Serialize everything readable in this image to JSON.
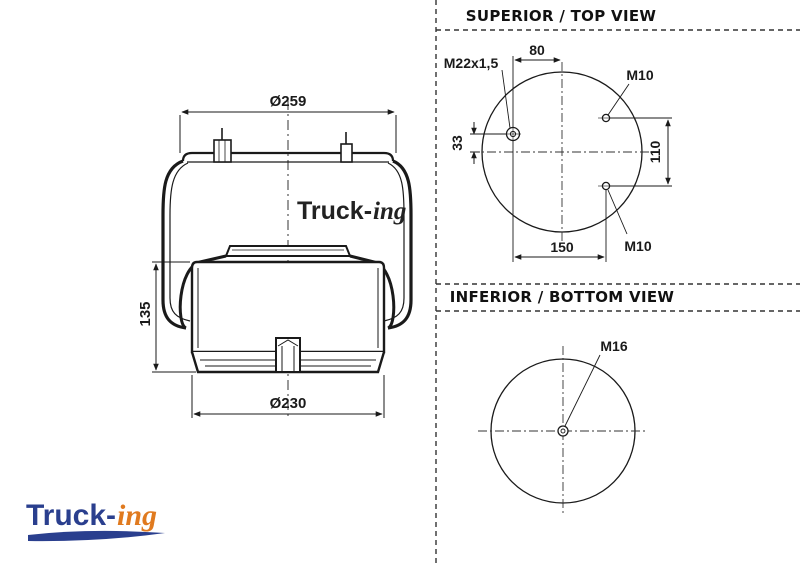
{
  "side_view": {
    "top_diameter": "Ø259",
    "piston_diameter": "Ø230",
    "height": "135",
    "watermark_main": "Truck-",
    "watermark_ing": "ing"
  },
  "top_view": {
    "title": "SUPERIOR / TOP VIEW",
    "thread_label": "M22x1,5",
    "dim_80": "80",
    "dim_33": "33",
    "dim_110": "110",
    "dim_150": "150",
    "bolt_label_upper": "M10",
    "bolt_label_lower": "M10"
  },
  "bottom_view": {
    "title": "INFERIOR / BOTTOM VIEW",
    "bolt_label": "M16"
  },
  "logo": {
    "main": "Truck-",
    "ing": "ing"
  },
  "colors": {
    "logo_blue": "#2a3f8e",
    "logo_orange": "#e07a1f",
    "line": "#1a1a1a"
  }
}
